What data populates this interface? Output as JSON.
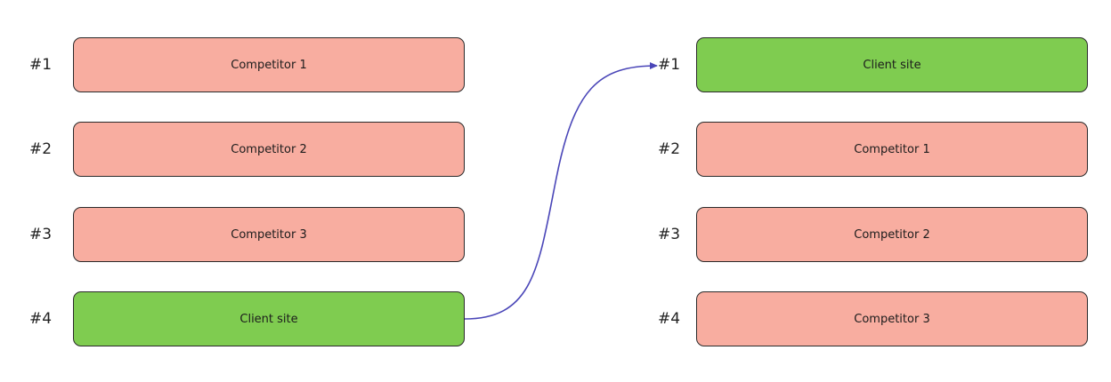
{
  "colors": {
    "competitor_fill": "#f8ada0",
    "client_fill": "#7fcc50",
    "arrow": "#4a46b8",
    "border": "#2a2a2a"
  },
  "before": {
    "rows": [
      {
        "rank": "#1",
        "label": "Competitor 1",
        "type": "competitor"
      },
      {
        "rank": "#2",
        "label": "Competitor 2",
        "type": "competitor"
      },
      {
        "rank": "#3",
        "label": "Competitor 3",
        "type": "competitor"
      },
      {
        "rank": "#4",
        "label": "Client site",
        "type": "client"
      }
    ]
  },
  "after": {
    "rows": [
      {
        "rank": "#1",
        "label": "Client site",
        "type": "client"
      },
      {
        "rank": "#2",
        "label": "Competitor 1",
        "type": "competitor"
      },
      {
        "rank": "#3",
        "label": "Competitor 2",
        "type": "competitor"
      },
      {
        "rank": "#4",
        "label": "Competitor 3",
        "type": "competitor"
      }
    ]
  },
  "arrow": {
    "from": "before.rows.3",
    "to": "after.rows.0",
    "icon": "curved-arrow-icon"
  }
}
